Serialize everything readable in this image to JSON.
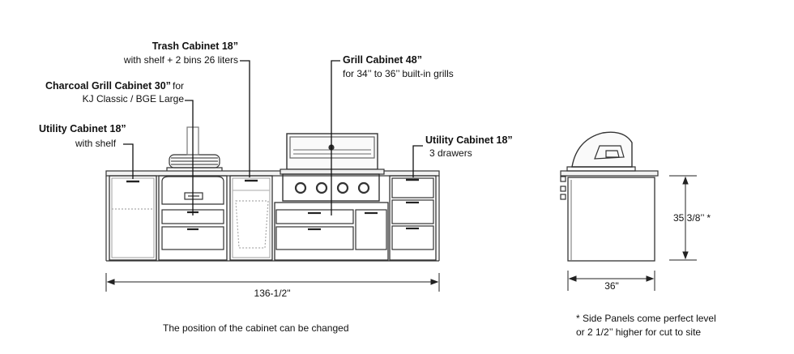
{
  "labels": {
    "trash_title": "Trash Cabinet 18”",
    "trash_desc": "with shelf + 2 bins 26 liters",
    "charcoal_title": "Charcoal Grill Cabinet 30”",
    "charcoal_for": "for",
    "charcoal_desc": "KJ Classic / BGE Large",
    "utility_left_title": "Utility Cabinet 18”",
    "utility_left_desc": "with shelf",
    "grill_title": "Grill Cabinet 48”",
    "grill_desc": "for 34’’ to 36’’ built-in grills",
    "utility_right_title": "Utility Cabinet 18”",
    "utility_right_desc": "3 drawers"
  },
  "dimensions": {
    "total_width": "136-1/2\"",
    "side_depth": "36\"",
    "side_height": "35 3/8’’ *"
  },
  "notes": {
    "position": "The position of the cabinet can be changed",
    "side_panels_1": "* Side Panels come perfect level",
    "side_panels_2": "or 2 1/2’’ higher for cut to site"
  }
}
